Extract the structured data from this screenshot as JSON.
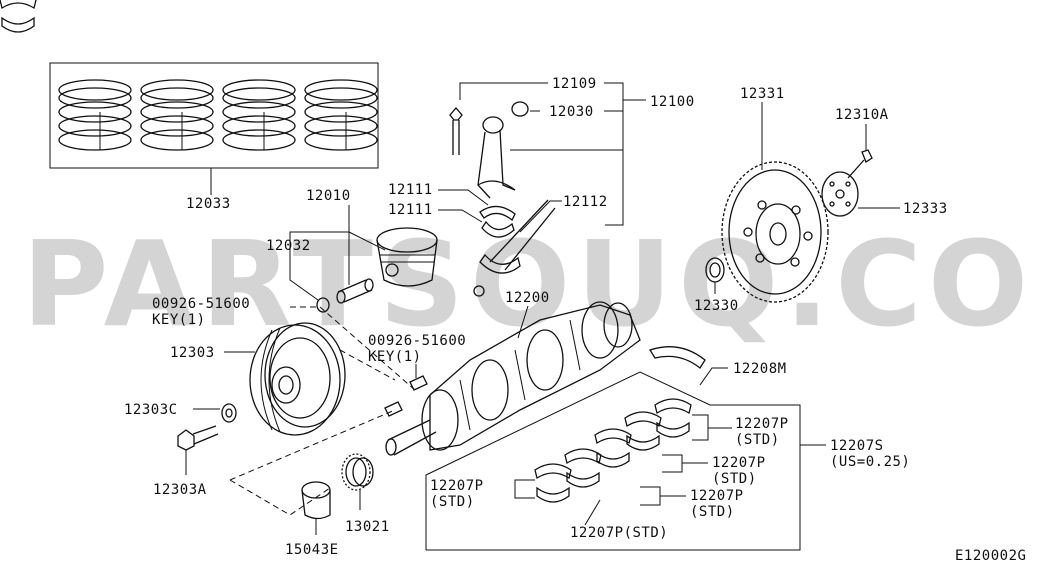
{
  "watermark": "PARTSOUQ.COM",
  "diagram_code": "E120002G",
  "labels": {
    "rings": "12033",
    "piston": "12010",
    "pin": "12032",
    "key1": "00926-51600",
    "key1_sub": "KEY(1)",
    "key2": "00926-51600",
    "key2_sub": "KEY(1)",
    "pulley": "12303",
    "washer": "12303C",
    "bolt": "12303A",
    "rod_bolt": "12109",
    "rod_bushing": "12030",
    "rod_assy": "12100",
    "rod_bearing_a": "12111",
    "rod_bearing_b": "12111",
    "rod_nut": "12112",
    "crankshaft": "12200",
    "flywheel": "12331",
    "flywheel_bolt": "12310A",
    "plate": "12333",
    "pilot": "12330",
    "thrust": "12208M",
    "main_brg_1": "12207P",
    "main_brg_1_sub": "(STD)",
    "main_brg_2": "12207P",
    "main_brg_2_sub": "(STD)",
    "main_brg_3": "12207P",
    "main_brg_3_sub": "(STD)",
    "main_brg_4": "12207P",
    "main_brg_4_sub": "(STD)",
    "main_brg_5": "12207P(STD)",
    "main_brg_set": "12207S",
    "main_brg_set_sub": "(US=0.25)",
    "sprocket": "13021",
    "bushing": "15043E"
  },
  "icons": [
    "piston-rings-icon",
    "piston-icon",
    "connecting-rod-icon",
    "crankshaft-icon",
    "flywheel-icon",
    "pulley-icon",
    "bolt-icon",
    "bearing-icon",
    "sprocket-icon"
  ]
}
